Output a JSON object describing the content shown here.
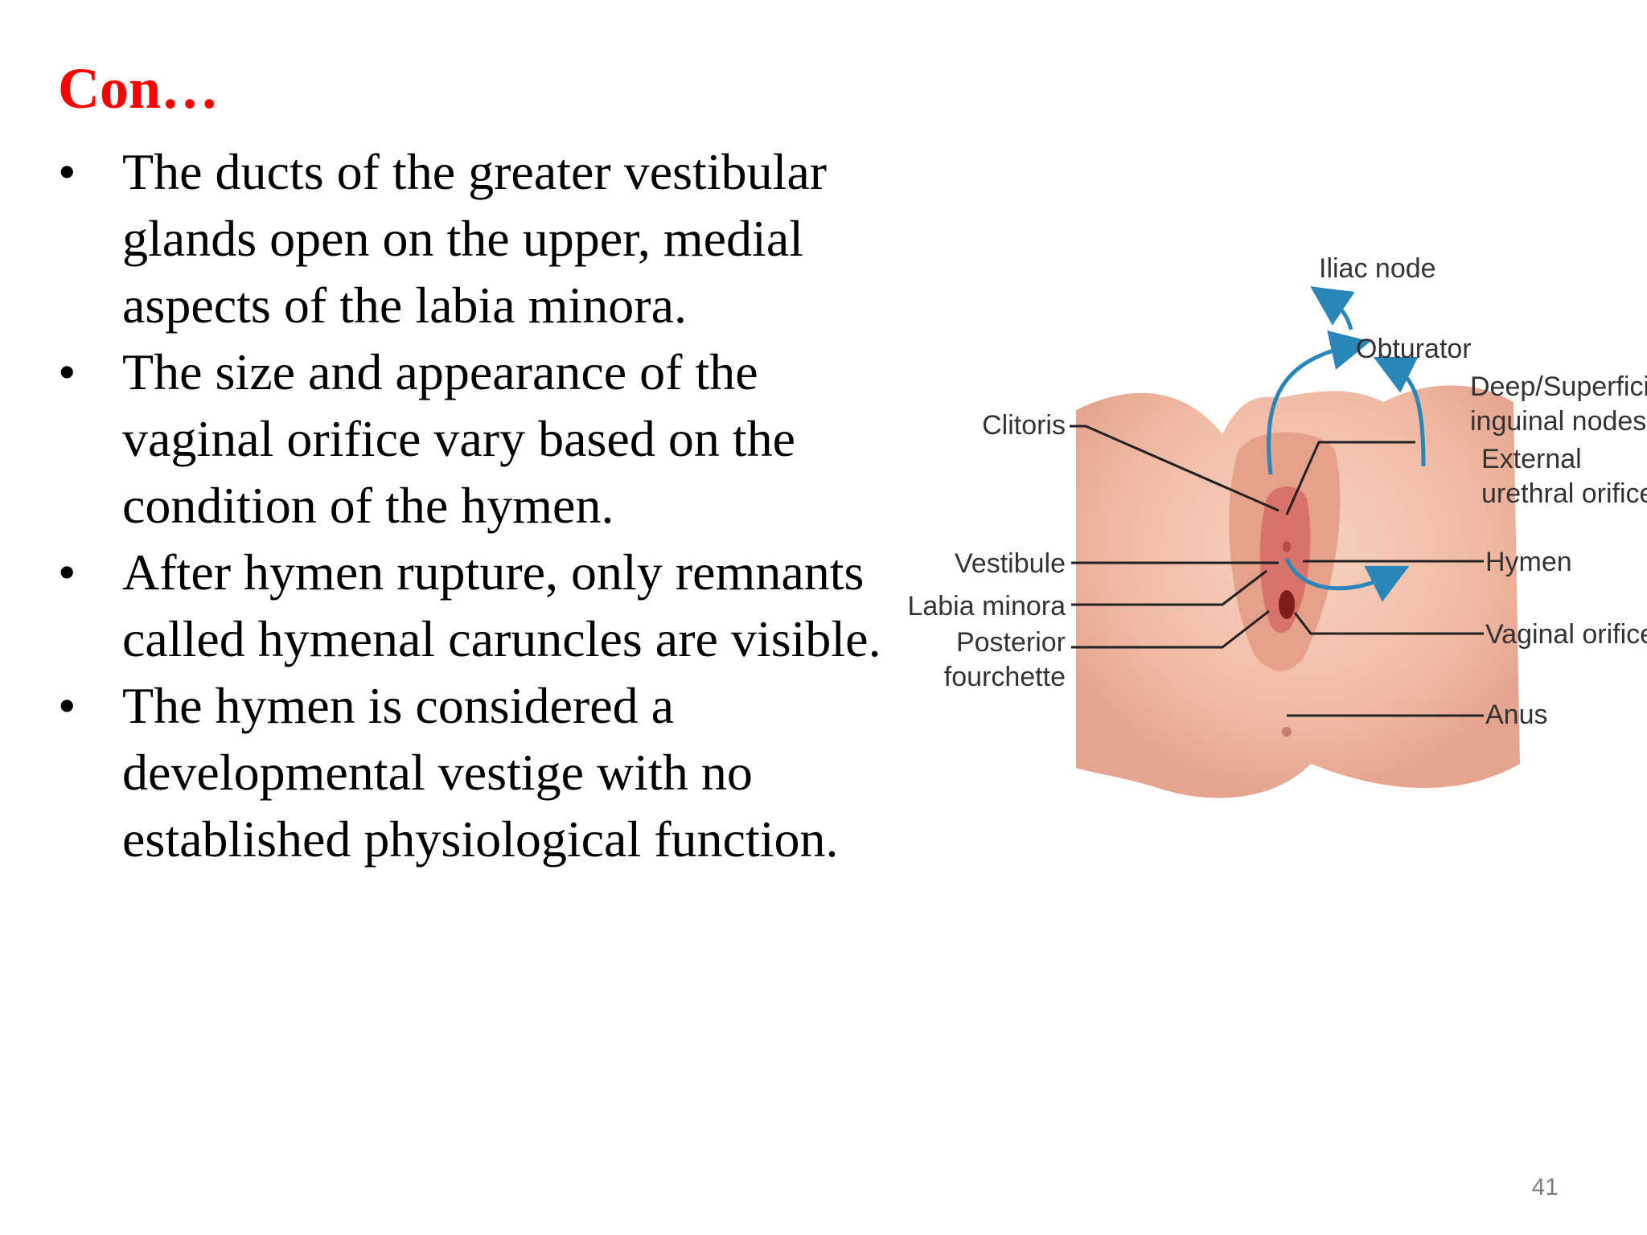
{
  "slide": {
    "title": "Con…",
    "bullets": [
      "The ducts of the greater vestibular glands open on the upper, medial aspects of the labia minora.",
      "The size and appearance of the vaginal orifice vary based on the condition of the hymen.",
      "After hymen rupture, only remnants called hymenal caruncles are visible.",
      "The hymen is considered a developmental vestige with no established physiological function."
    ],
    "bullet_glyph": "•",
    "page_number": "41"
  },
  "figure": {
    "labels": {
      "iliac_node": "Iliac node",
      "obturator": "Obturator",
      "deep_superficial_1": "Deep/Superficial",
      "deep_superficial_2": "inguinal nodes",
      "external_1": "External",
      "external_2": "urethral orifice",
      "hymen": "Hymen",
      "vaginal_orifice": "Vaginal orifice",
      "anus": "Anus",
      "clitoris": "Clitoris",
      "vestibule": "Vestibule",
      "labia_minora": "Labia minora",
      "posterior_1": "Posterior",
      "posterior_2": "fourchette"
    },
    "colors": {
      "skin": "#f3c2ad",
      "skin_shadow": "#e3a089",
      "inner": "#d9736a",
      "arrow": "#2a86b8",
      "title_red": "#ff0000"
    }
  }
}
